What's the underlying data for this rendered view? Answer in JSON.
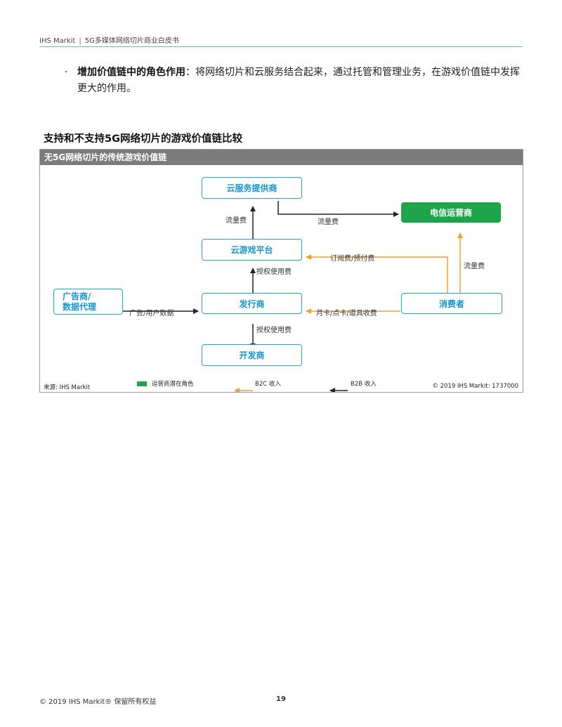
{
  "header": {
    "brand": "IHS Markit",
    "separator": "|",
    "doc_title": "5G多媒体网络切片商业白皮书"
  },
  "bullet": {
    "marker": "·",
    "strong": "增加价值链中的角色作用",
    "colon": "：",
    "text": "将网络切片和云服务结合起来，通过托管和管理业务，在游戏价值链中发挥更大的作用。"
  },
  "section_title": "支持和不支持5G网络切片的游戏价值链比较",
  "figure": {
    "title": "无5G网络切片的传统游戏价值链",
    "nodes": {
      "cloud_provider": "云服务提供商",
      "telecom_operator": "电信运营商",
      "cloud_game_platform": "云游戏平台",
      "advertiser": "广告商/\n数据代理",
      "publisher": "发行商",
      "consumer": "消费者",
      "developer": "开发商"
    },
    "edge_labels": {
      "platform_to_cloud": "流量费",
      "cloud_to_telecom": "流量费",
      "consumer_to_platform": "订阅费/预付费",
      "consumer_to_telecom": "流量费",
      "publisher_to_platform": "授权使用费",
      "advertiser_to_publisher": "广告/用户数据",
      "consumer_to_publisher": "月卡/点卡/道具收费",
      "publisher_to_developer": "授权使用费"
    },
    "source": "来源: IHS Markit",
    "legend": {
      "operator_role": "运营商潜在角色",
      "b2c": "B2C 收入",
      "b2b": "B2B 收入"
    },
    "copyright": "© 2019 IHS Markit: 1737000",
    "colors": {
      "node_border": "#21a7d6",
      "node_text": "#1595cf",
      "operator_green": "#1ea54a",
      "b2c_arrow": "#f0a030",
      "b2b_arrow": "#222222",
      "title_bar": "#7b7b7b"
    }
  },
  "page_footer": {
    "copyright": "© 2019 IHS Markit® 保留所有权益",
    "page_number": "19"
  }
}
